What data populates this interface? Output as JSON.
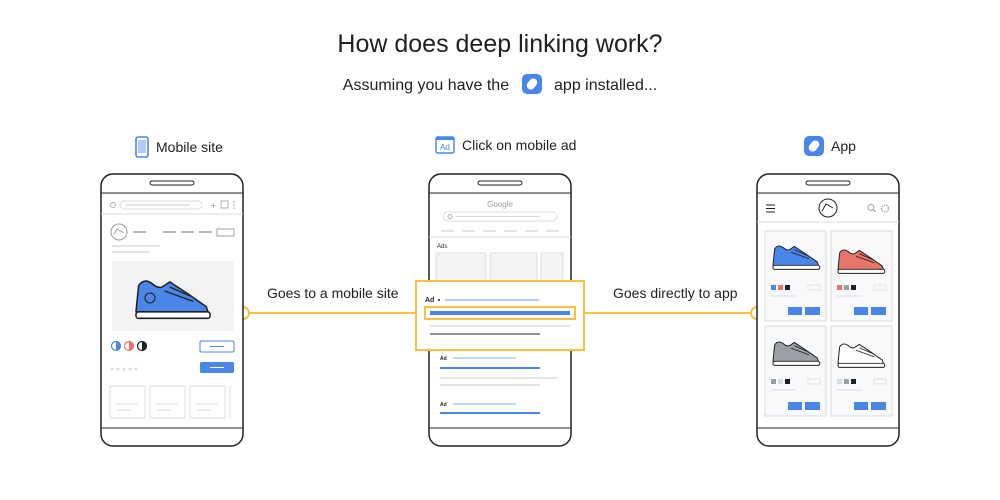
{
  "title": "How does deep linking work?",
  "subtitle": {
    "before": "Assuming you have the",
    "after": "app installed..."
  },
  "columns": [
    {
      "label": "Mobile site",
      "icon": "mobile-phone-icon"
    },
    {
      "label": "Click on mobile ad",
      "icon": "ad-icon",
      "icon_text": "Ad"
    },
    {
      "label": "App",
      "icon": "app-icon"
    }
  ],
  "edges": [
    {
      "label": "Goes to a mobile site"
    },
    {
      "label": "Goes directly to app"
    }
  ],
  "ad_phone": {
    "search_brand": "Google",
    "section_label": "Ads",
    "ad_tag": "Ad"
  },
  "colors": {
    "accent": "#4a86e8",
    "highlight": "#f5c242",
    "outline": "#202124",
    "light": "#dadce0",
    "sneaker_red": "#e8756a",
    "sneaker_gray": "#9aa0a6"
  }
}
